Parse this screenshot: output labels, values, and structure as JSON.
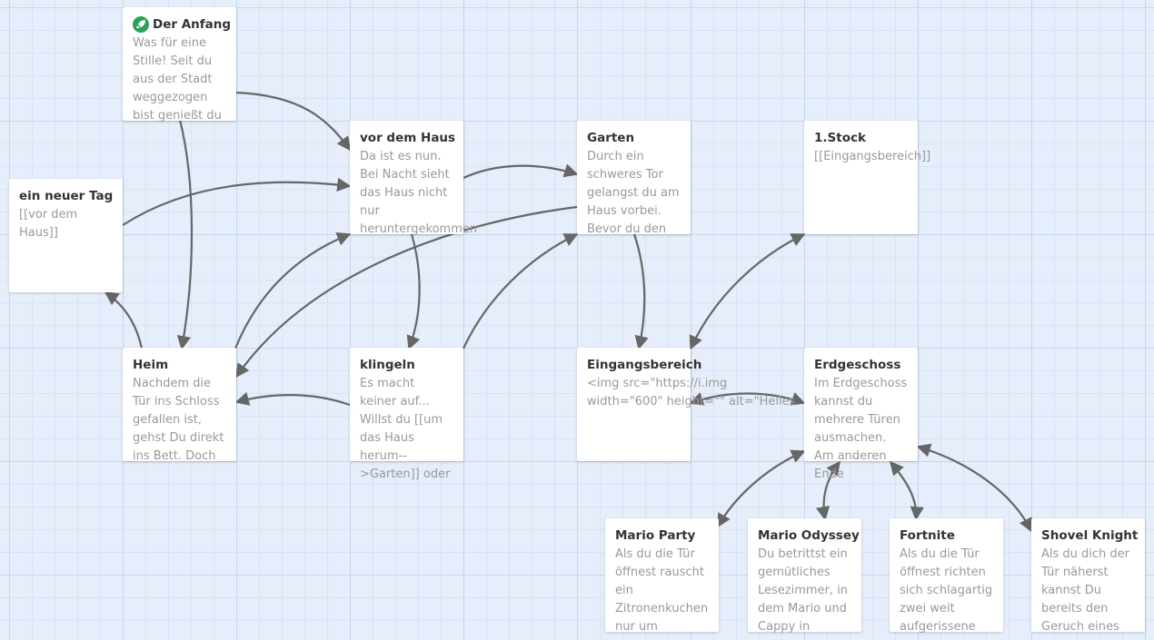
{
  "passages": [
    {
      "id": "der-anfang",
      "title": "Der Anfang",
      "excerpt": "Was für eine Stille! Seit du aus der Stadt weggezogen bist genießt du",
      "start": true
    },
    {
      "id": "ein-neuer-tag",
      "title": "ein neuer Tag",
      "excerpt": "[[vor dem Haus]]"
    },
    {
      "id": "vor-dem-haus",
      "title": "vor dem Haus",
      "excerpt": "Da ist es nun. Bei Nacht sieht das Haus nicht nur heruntergekommen"
    },
    {
      "id": "garten",
      "title": "Garten",
      "excerpt": "Durch ein schweres Tor gelangst du am Haus vorbei. Bevor du den"
    },
    {
      "id": "erster-stock",
      "title": "1.Stock",
      "excerpt": "[[Eingangsbereich]]"
    },
    {
      "id": "heim",
      "title": "Heim",
      "excerpt": "Nachdem die Tür ins Schloss gefallen ist, gehst Du direkt ins Bett. Doch"
    },
    {
      "id": "klingeln",
      "title": "klingeln",
      "excerpt": "Es macht keiner auf... Willst du [[um das Haus herum-->Garten]] oder"
    },
    {
      "id": "eingangsbereich",
      "title": "Eingangsbereich",
      "excerpt": "<img src=\"https://i.img\nwidth=\"600\" height=\"\" alt=\"Helles"
    },
    {
      "id": "erdgeschoss",
      "title": "Erdgeschoss",
      "excerpt": "Im Erdgeschoss kannst du mehrere Türen ausmachen. Am anderen Ende"
    },
    {
      "id": "mario-party",
      "title": "Mario Party",
      "excerpt": "Als du die Tür öffnest rauscht ein Zitronenkuchen nur um"
    },
    {
      "id": "mario-odyssey",
      "title": "Mario Odyssey",
      "excerpt": "Du betrittst ein gemütliches Lesezimmer, in dem Mario und Cappy in"
    },
    {
      "id": "fortnite",
      "title": "Fortnite",
      "excerpt": "Als du die Tür öffnest richten sich schlagartig zwei weit aufgerissene"
    },
    {
      "id": "shovel-knight",
      "title": "Shovel Knight",
      "excerpt": "Als du dich der Tür näherst kannst Du bereits den Geruch eines"
    }
  ],
  "colors": {
    "background": "#e6eefb",
    "card": "#ffffff",
    "title": "#333333",
    "excerpt": "#999999",
    "arrow": "#666666",
    "start_badge": "#2aa15a"
  },
  "icons": {
    "start": "rocket-icon"
  }
}
